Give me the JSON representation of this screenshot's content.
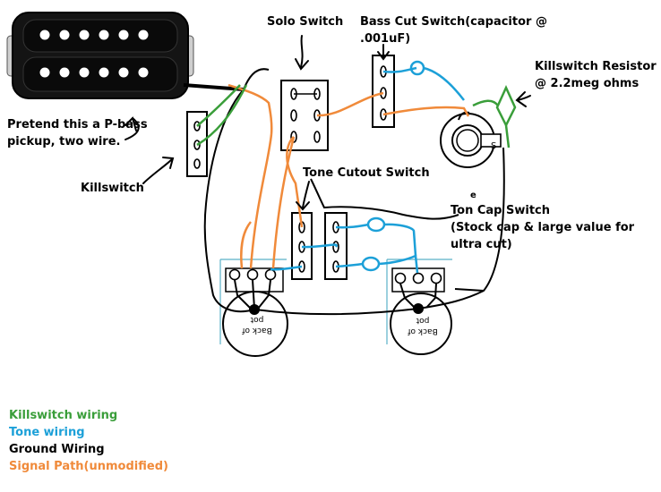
{
  "labels": {
    "pickup": [
      "Pretend this a P-bass",
      "pickup, two wire."
    ],
    "solo_switch": "Solo Switch",
    "bass_cut": [
      "Bass Cut Switch(capacitor @",
      ".001uF)"
    ],
    "killswitch_resistor": [
      "Killswitch Resistor",
      "@ 2.2meg ohms"
    ],
    "killswitch": "Killswitch",
    "tone_cutout": "Tone Cutout Switch",
    "tone_cap_switch": [
      "Ton Cap  Switch",
      "(Stock   cap & large value for",
      "ultra            cut)"
    ],
    "tone_cap_e": "e",
    "jack_s": "S",
    "pot_back": [
      "Back of",
      "pot"
    ]
  },
  "legend": [
    {
      "label": "Killswitch wiring",
      "color": "#3a9e3a"
    },
    {
      "label": "Tone wiring",
      "color": "#1ca0d8"
    },
    {
      "label": "Ground Wiring",
      "color": "#000000"
    },
    {
      "label": "Signal Path(unmodified)",
      "color": "#f08a3a"
    }
  ],
  "colors": {
    "killswitch": "#3a9e3a",
    "tone": "#1ca0d8",
    "ground": "#000000",
    "signal": "#f08a3a",
    "pot_outline": "#5ab0c8"
  }
}
